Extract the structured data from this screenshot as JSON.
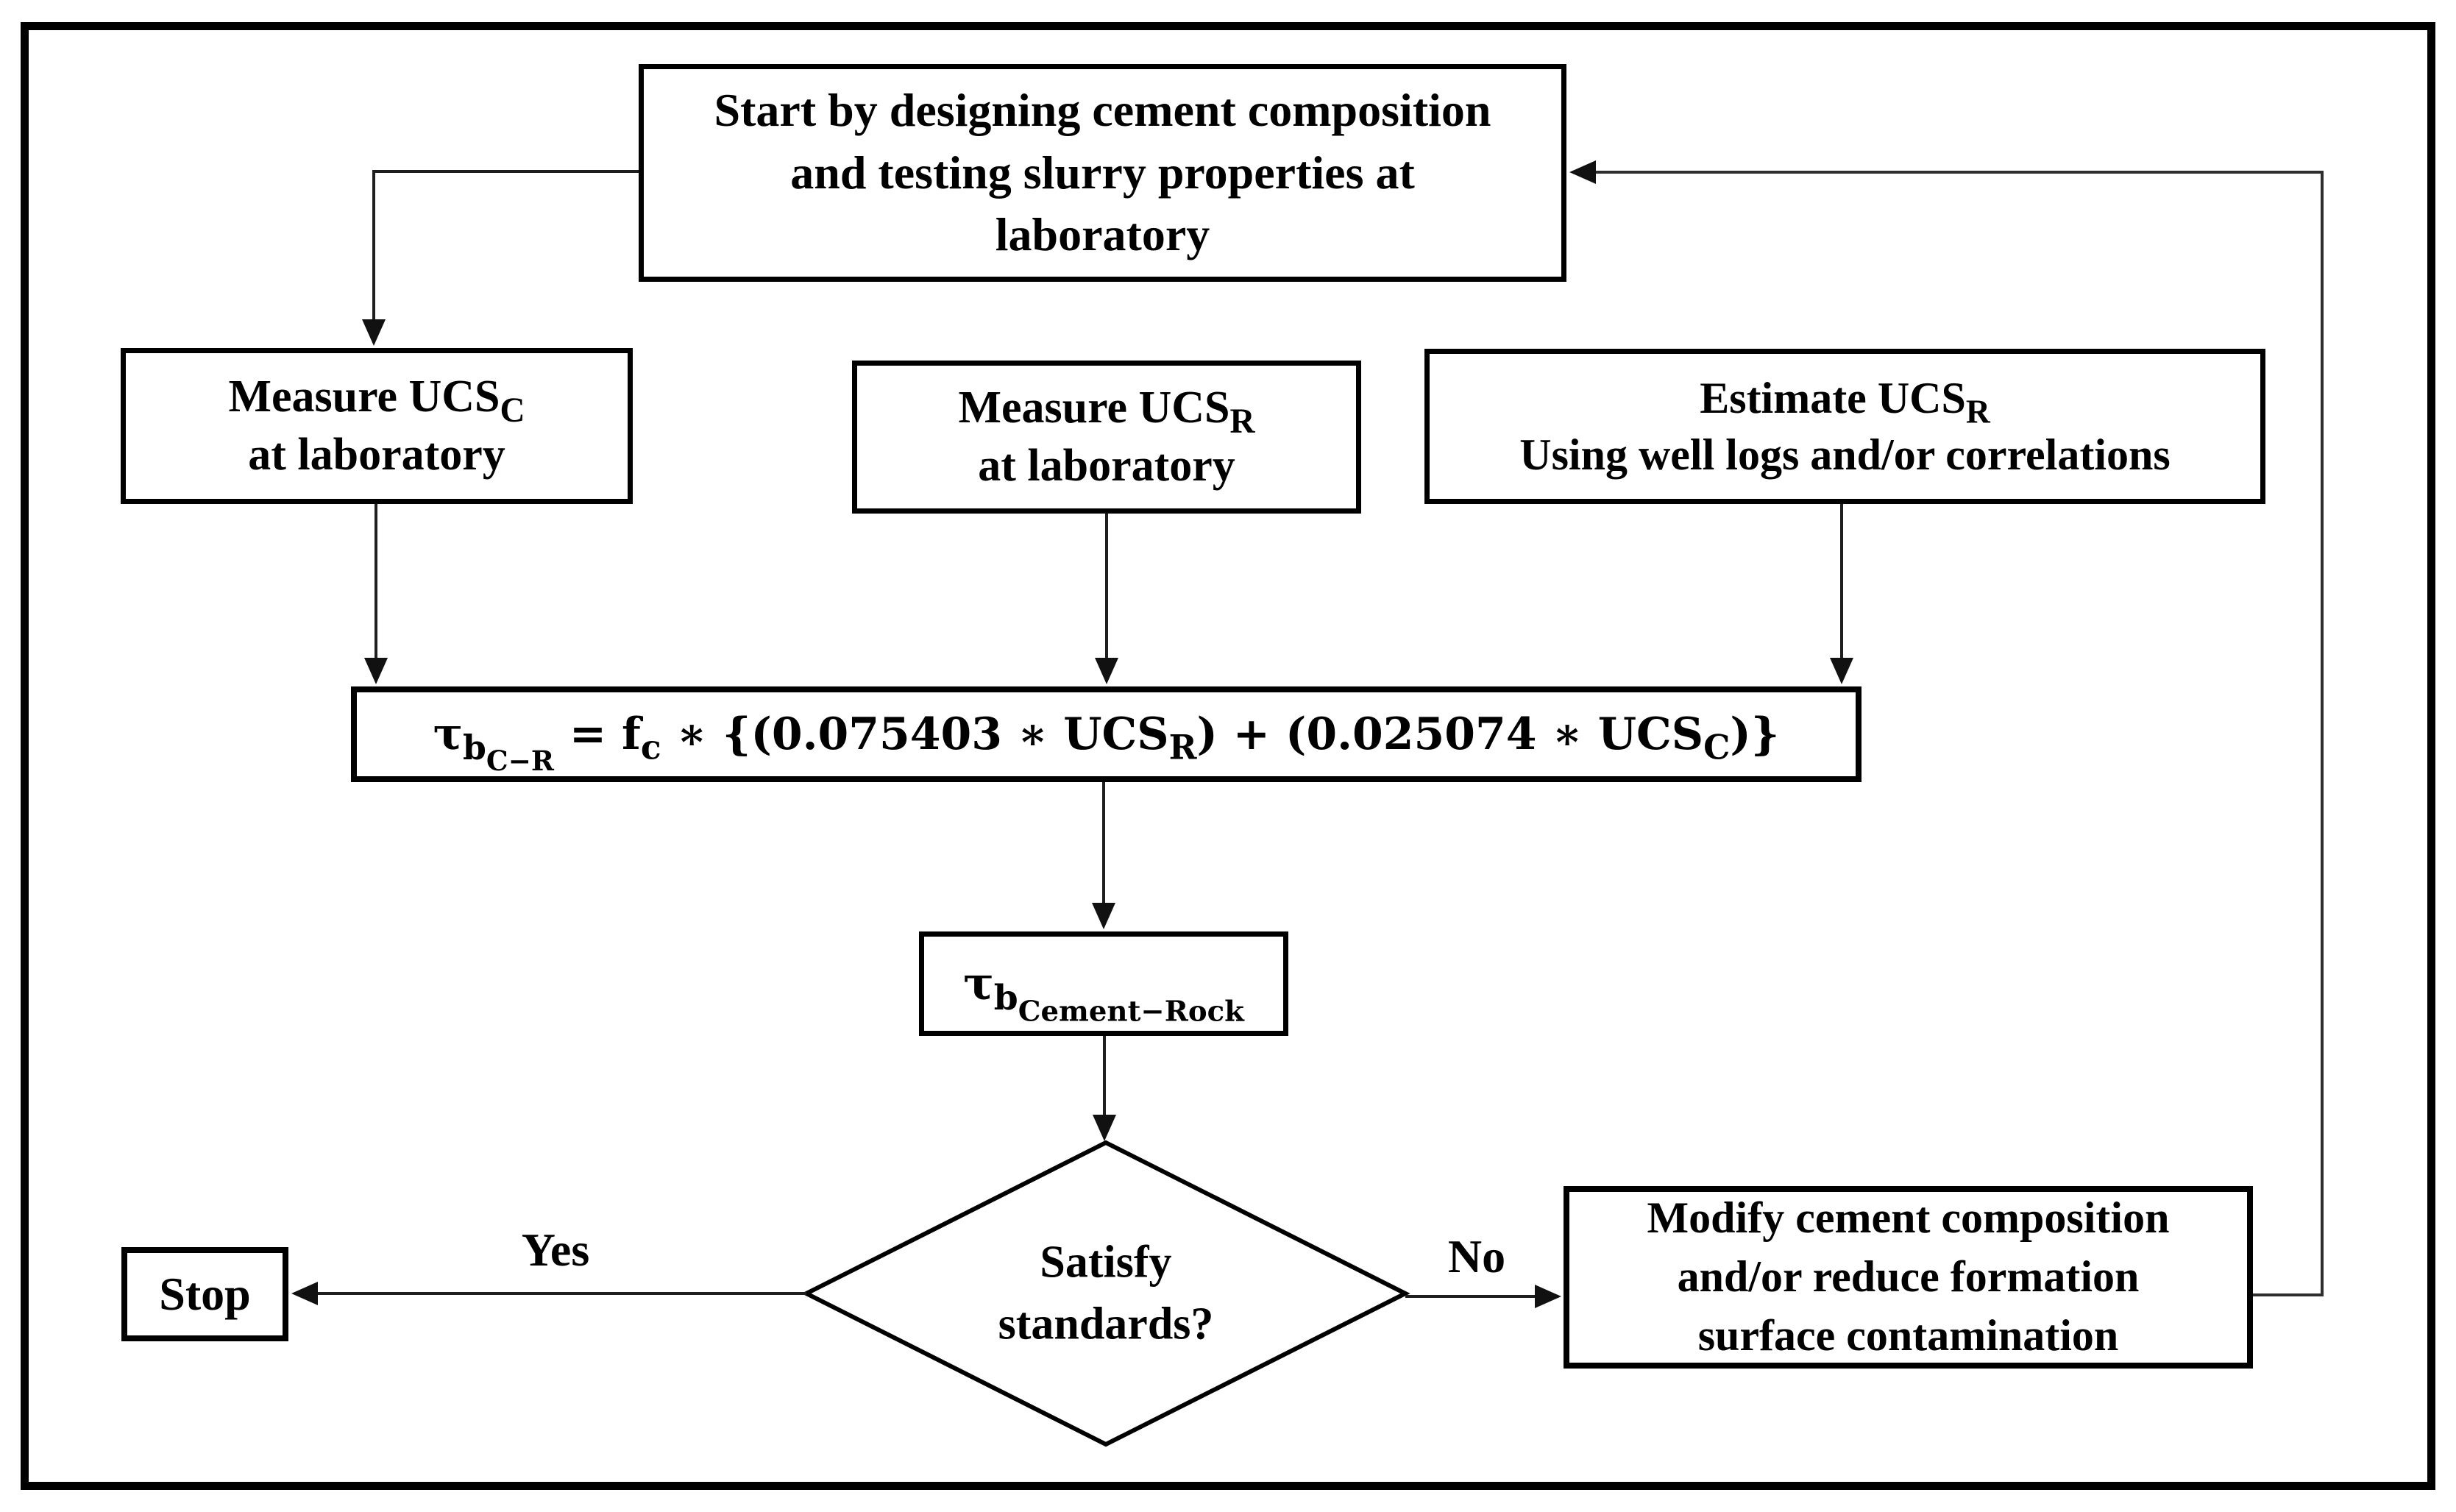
{
  "colors": {
    "background": "#ffffff",
    "border": "#000000",
    "text": "#000000",
    "connector": "#1f1f1f"
  },
  "nodes": {
    "start": {
      "lines": [
        "Start by designing cement composition",
        "and testing slurry properties at",
        "laboratory"
      ]
    },
    "measure_cement": {
      "rich": [
        {
          "t": "Measure UCS"
        },
        {
          "s": [
            {
              "t": "C"
            }
          ]
        },
        {
          "br": true
        },
        {
          "t": "at laboratory"
        }
      ]
    },
    "measure_rock": {
      "rich": [
        {
          "t": "Measure UCS"
        },
        {
          "s": [
            {
              "t": "R"
            }
          ]
        },
        {
          "br": true
        },
        {
          "t": "at laboratory"
        }
      ]
    },
    "estimate_rock": {
      "rich": [
        {
          "t": "Estimate UCS"
        },
        {
          "s": [
            {
              "t": "R"
            }
          ]
        },
        {
          "br": true
        },
        {
          "t": "Using well logs and/or correlations"
        }
      ]
    },
    "formula": {
      "rich": [
        {
          "t": "τ"
        },
        {
          "s": [
            {
              "t": "b"
            },
            {
              "s": [
                {
                  "t": "C−R"
                }
              ]
            }
          ]
        },
        {
          "t": " = f"
        },
        {
          "s": [
            {
              "t": "c"
            }
          ]
        },
        {
          "t": " ∗ {(0.075403 ∗ UCS"
        },
        {
          "s": [
            {
              "t": "R"
            }
          ]
        },
        {
          "t": ") + (0.025074 ∗ UCS"
        },
        {
          "s": [
            {
              "t": "C"
            }
          ]
        },
        {
          "t": ")}"
        }
      ]
    },
    "tau_result": {
      "rich": [
        {
          "t": "τ"
        },
        {
          "s": [
            {
              "t": "b"
            },
            {
              "s": [
                {
                  "t": "Cement−Rock"
                }
              ]
            }
          ]
        }
      ]
    },
    "decision": {
      "lines": [
        "Satisfy",
        "standards?"
      ]
    },
    "stop": {
      "label": "Stop"
    },
    "modify": {
      "lines": [
        "Modify cement composition",
        "and/or reduce formation",
        "surface contamination"
      ]
    }
  },
  "edge_labels": {
    "yes": "Yes",
    "no": "No"
  }
}
